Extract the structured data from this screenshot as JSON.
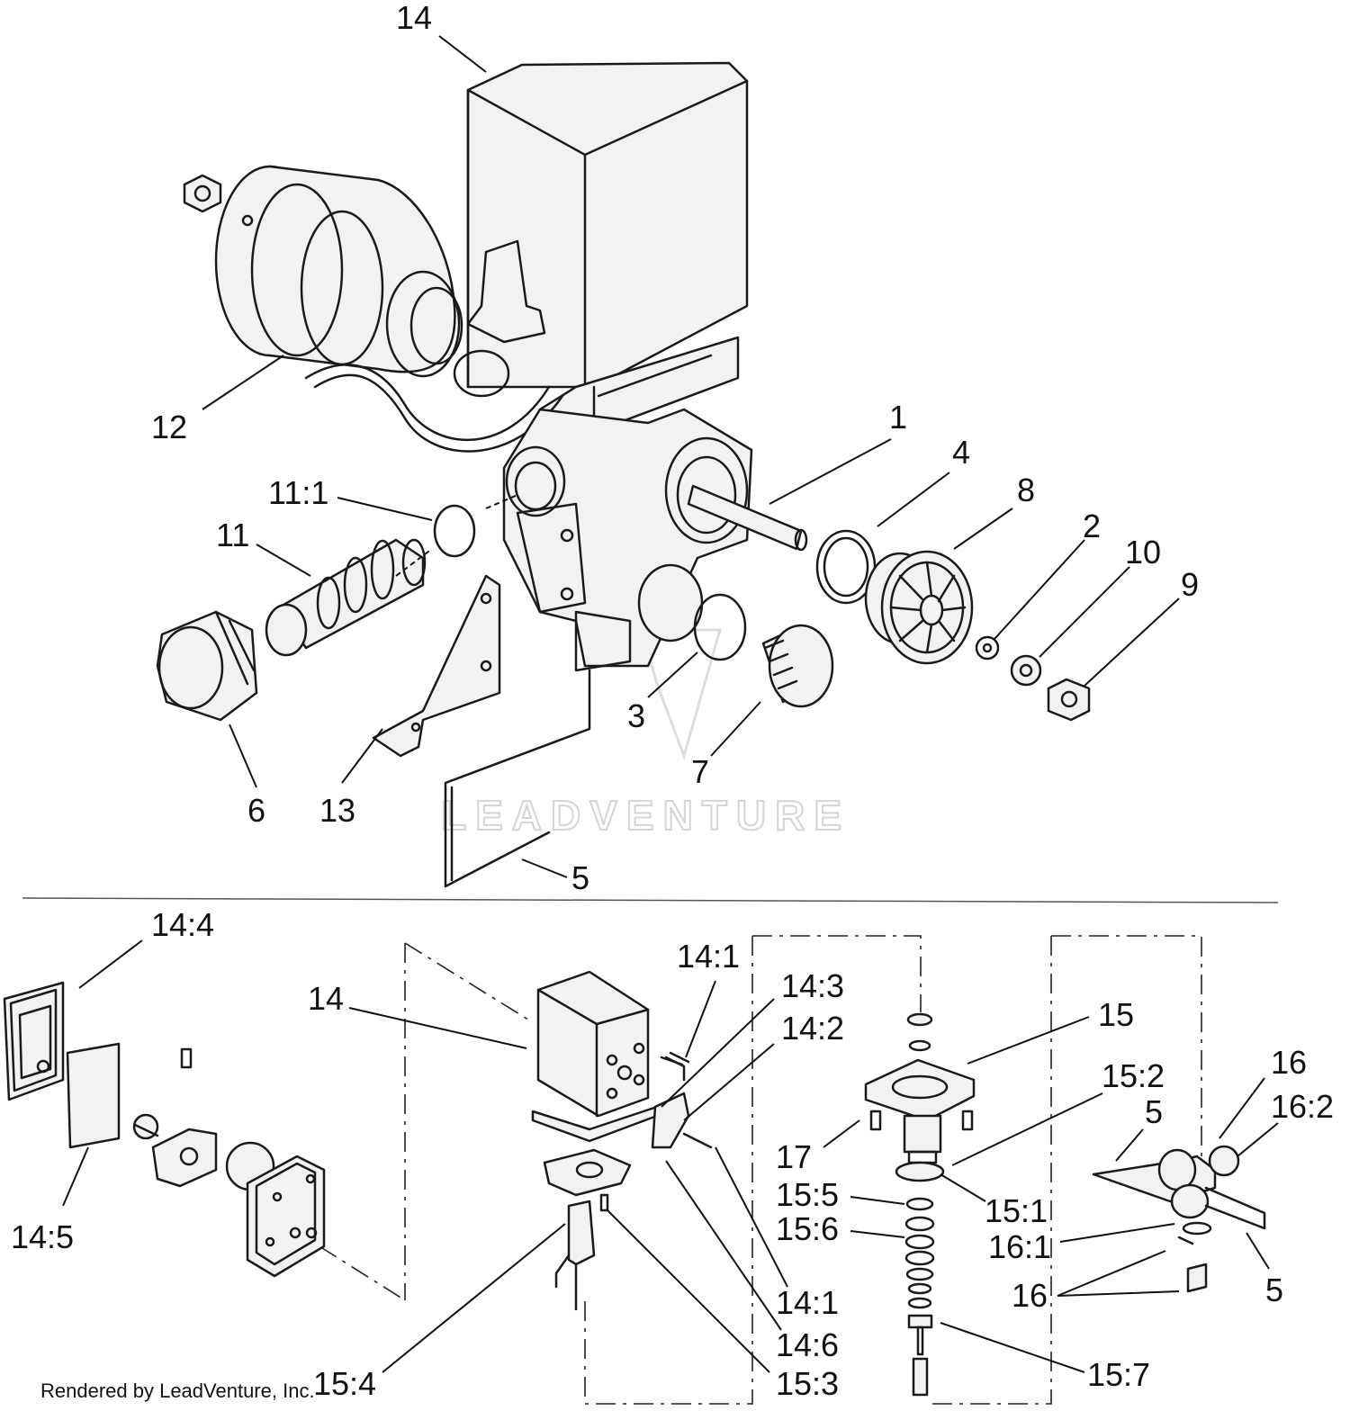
{
  "upper_callouts": [
    "14",
    "12",
    "1",
    "4",
    "8",
    "2",
    "10",
    "9",
    "11:1",
    "11",
    "6",
    "13",
    "3",
    "7",
    "5"
  ],
  "lower_callouts": [
    "14:4",
    "14:1",
    "14:3",
    "14:2",
    "14",
    "15",
    "16",
    "16:2",
    "15:2",
    "5",
    "17",
    "15:5",
    "15:1",
    "15:6",
    "16:1",
    "14:5",
    "16",
    "5",
    "14:1",
    "14:6",
    "15:7",
    "15:4",
    "15:3"
  ],
  "watermark": "LEADVENTURE",
  "credit": "Rendered by LeadVenture, Inc."
}
